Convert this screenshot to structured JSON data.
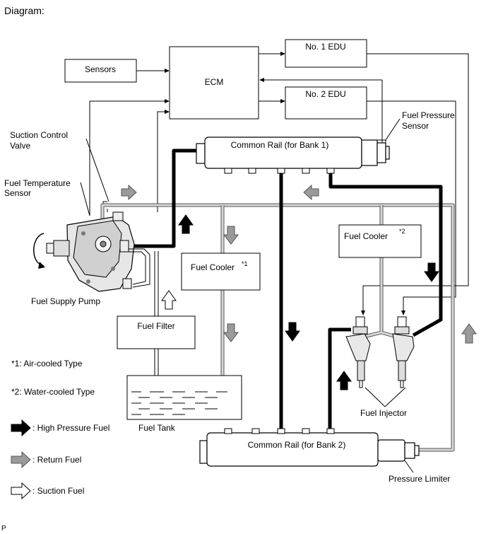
{
  "header": {
    "title": "Diagram:"
  },
  "boxes": {
    "sensors": "Sensors",
    "ecm": "ECM",
    "edu1": "No. 1 EDU",
    "edu2": "No. 2 EDU",
    "fuel_filter": "Fuel Filter",
    "fuel_cooler_1": "Fuel Cooler",
    "fuel_cooler_1_mark": "*1",
    "fuel_cooler_2": "Fuel Cooler",
    "fuel_cooler_2_mark": "*2"
  },
  "rails": {
    "bank1": "Common Rail (for Bank 1)",
    "bank2": "Common Rail (for Bank 2)"
  },
  "labels": {
    "suction_control_valve_1": "Suction Control",
    "suction_control_valve_2": "Valve",
    "fuel_temp_sensor_1": "Fuel Temperature",
    "fuel_temp_sensor_2": "Sensor",
    "fuel_pressure_sensor_1": "Fuel Pressure",
    "fuel_pressure_sensor_2": "Sensor",
    "fuel_supply_pump": "Fuel Supply Pump",
    "fuel_tank": "Fuel Tank",
    "fuel_injector": "Fuel Injector",
    "pressure_limiter": "Pressure Limiter"
  },
  "notes": {
    "note1": "*1: Air-cooled Type",
    "note2": "*2: Water-cooled Type"
  },
  "legend": {
    "high_pressure": ": High Pressure Fuel",
    "return": ": Return Fuel",
    "suction": ": Suction Fuel"
  },
  "footer": {
    "code": "P"
  }
}
